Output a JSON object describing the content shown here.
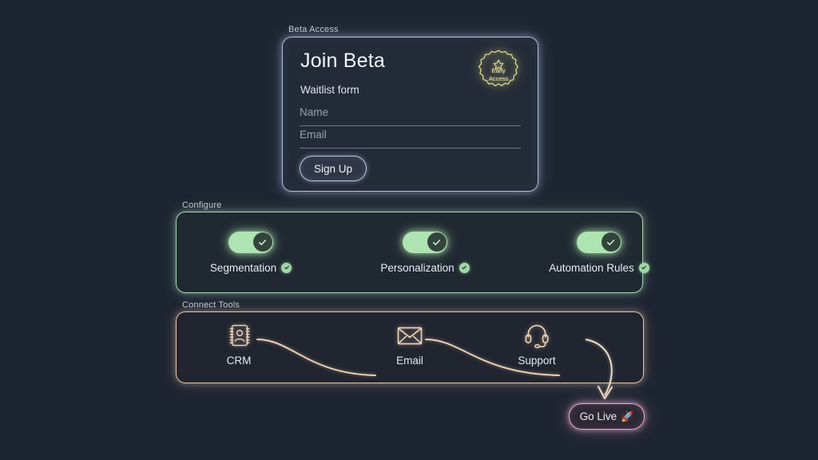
{
  "theme": {
    "background": "#1e2532",
    "card_accent": "#aebedd",
    "configure_accent": "#a9d6b4",
    "connect_accent": "#e7c6a8",
    "golive_accent": "#e9aecd",
    "badge_accent": "#ece7a8"
  },
  "beta": {
    "section_label": "Beta Access",
    "title": "Join Beta",
    "subtitle": "Waitlist form",
    "fields": [
      {
        "name": "name-field",
        "placeholder": "Name",
        "value": ""
      },
      {
        "name": "email-field",
        "placeholder": "Email",
        "value": ""
      }
    ],
    "submit_label": "Sign Up",
    "badge": {
      "icon": "star-icon",
      "line1": "Early",
      "line2": "Access"
    }
  },
  "configure": {
    "section_label": "Configure",
    "toggles": [
      {
        "label": "Segmentation",
        "state": "on",
        "icon": "check-icon",
        "badge_icon": "check-circle-icon"
      },
      {
        "label": "Personalization",
        "state": "on",
        "icon": "check-icon",
        "badge_icon": "check-circle-icon"
      },
      {
        "label": "Automation Rules",
        "state": "on",
        "icon": "check-icon",
        "badge_icon": "check-circle-icon"
      }
    ]
  },
  "connect": {
    "section_label": "Connect Tools",
    "tools": [
      {
        "label": "CRM",
        "icon": "contact-book-icon"
      },
      {
        "label": "Email",
        "icon": "envelope-icon"
      },
      {
        "label": "Support",
        "icon": "headset-icon"
      }
    ]
  },
  "golive": {
    "label": "Go Live",
    "icon": "rocket-icon",
    "glyph": "🚀"
  }
}
